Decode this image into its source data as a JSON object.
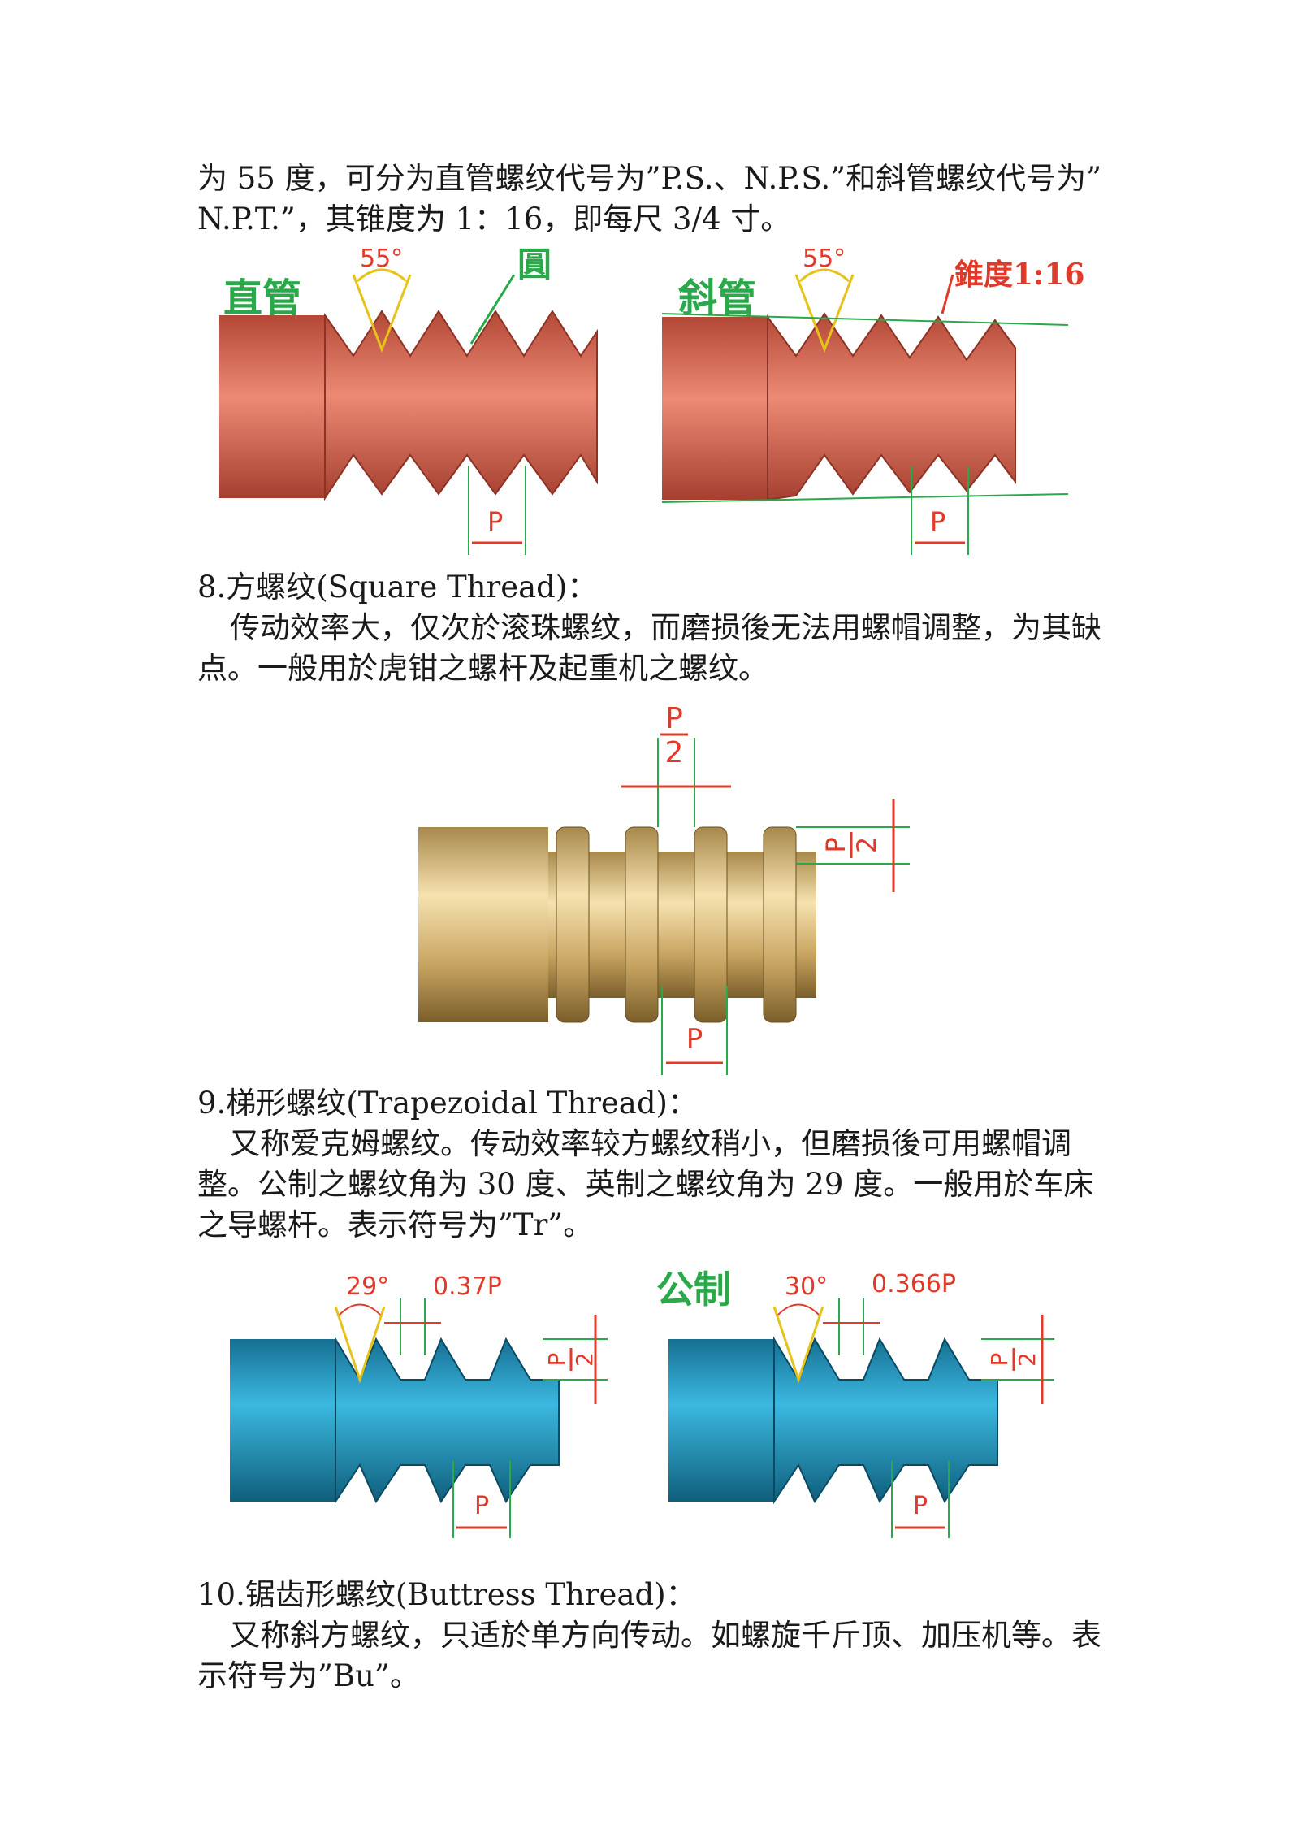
{
  "text": {
    "intro_line1": "为 55 度，可分为直管螺纹代号为”P.S.、N.P.S.”和斜管螺纹代号为”",
    "intro_line2": "N.P.T.”，其锥度为 1：16，即每尺 3/4 寸。",
    "section8_title": "8.方螺纹(Square Thread)：",
    "section8_body": "传动效率大，仅次於滚珠螺纹，而磨损後无法用螺帽调整，为其缺点。一般用於虎钳之螺杆及起重机之螺纹。",
    "section9_title": "9.梯形螺纹(Trapezoidal Thread)：",
    "section9_body": "又称爱克姆螺纹。传动效率较方螺纹稍小，但磨损後可用螺帽调整。公制之螺纹角为 30 度、英制之螺纹角为 29 度。一般用於车床之导螺杆。表示符号为”Tr”。",
    "section10_title": "10.锯齿形螺纹(Buttress Thread)：",
    "section10_body": "又称斜方螺纹，只适於单方向传动。如螺旋千斤顶、加压机等。表示符号为”Bu”。"
  },
  "figures": {
    "pipe": {
      "straight_label": "直管",
      "tapered_label": "斜管",
      "angle_left": "55°",
      "angle_right": "55°",
      "round_label": "圓",
      "taper_label": "錐度1:16",
      "pitch_left": "P",
      "pitch_right": "P"
    },
    "square": {
      "top_frac_num": "P",
      "top_frac_den": "2",
      "side_frac_num": "P",
      "side_frac_den": "2",
      "pitch": "P"
    },
    "trapezoid": {
      "angle_left": "29°",
      "width_left": "0.37P",
      "metric_label": "公制",
      "angle_right": "30°",
      "width_right": "0.366P",
      "frac_num": "P",
      "frac_den": "2",
      "pitch": "P"
    }
  },
  "colors": {
    "pipe_body": "#c8604e",
    "square_body": "#d9b97a",
    "trapezoid_body": "#1f8fb8",
    "dimension_red": "#e23a2a",
    "dimension_green": "#2aa84a",
    "angle_yellow": "#e6c21a"
  }
}
